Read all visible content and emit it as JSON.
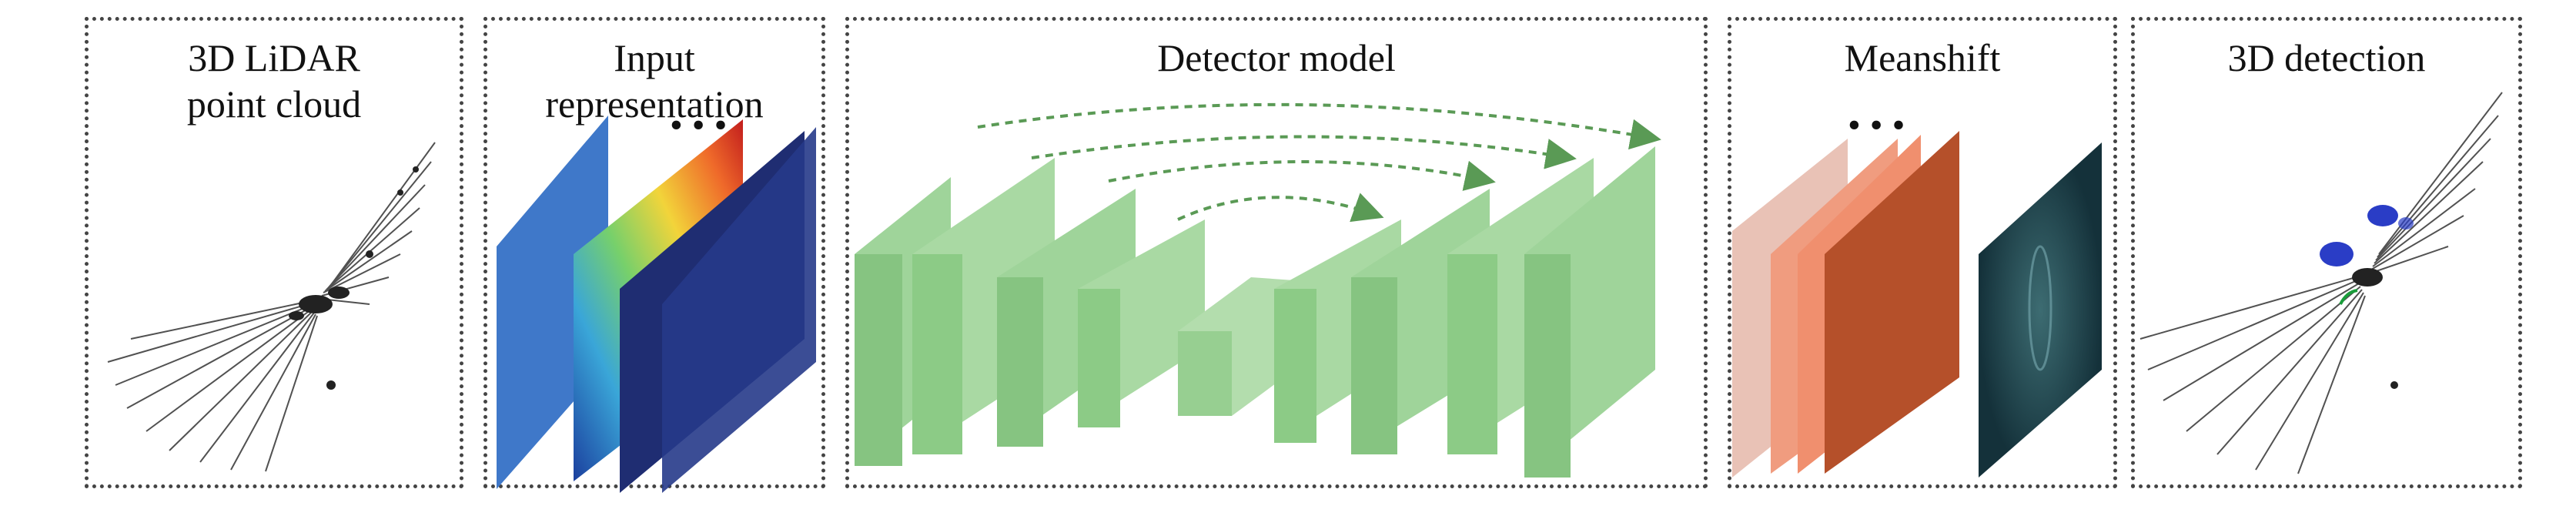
{
  "panels": [
    {
      "id": "lidar",
      "title": "3D LiDAR\npoint cloud"
    },
    {
      "id": "input",
      "title": "Input\nrepresentation"
    },
    {
      "id": "detector",
      "title": "Detector model"
    },
    {
      "id": "meanshift",
      "title": "Meanshift"
    },
    {
      "id": "detection",
      "title": "3D detection"
    }
  ],
  "colors": {
    "border": "#444444",
    "block_face": "#9fd49a",
    "block_side": "#7dbb78",
    "block_top": "#c2e6bd",
    "skip_arrow": "#5a9a55",
    "pink": "#e9b5a5",
    "salmon": "#f08f6e",
    "rust": "#b5502a",
    "dark_map": "#173640",
    "blue_map": "#3f78c9",
    "navy_map": "#1f2d72"
  }
}
